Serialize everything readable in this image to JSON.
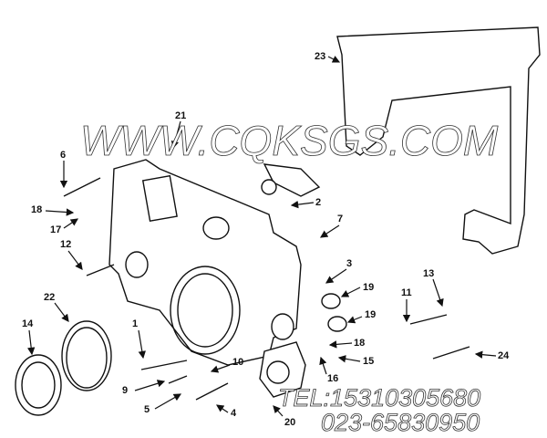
{
  "diagram": {
    "callouts": [
      "23",
      "21",
      "6",
      "2",
      "18",
      "17",
      "7",
      "12",
      "3",
      "13",
      "19",
      "22",
      "11",
      "19",
      "1",
      "14",
      "18",
      "15",
      "24",
      "10",
      "9",
      "16",
      "5",
      "4",
      "20"
    ]
  },
  "watermark": {
    "website": "WWW.CQKSGS.COM",
    "tel": "TEL:15310305680",
    "phone": "023-65830950"
  }
}
